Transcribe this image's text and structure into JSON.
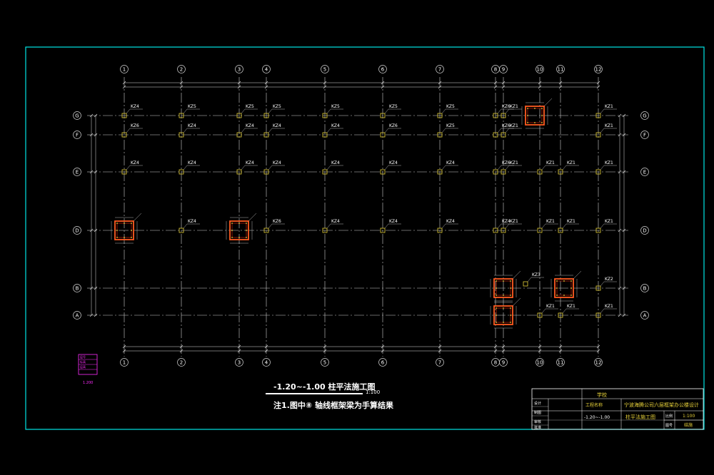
{
  "colors": {
    "background": "#000000",
    "frame": "#00e5e5",
    "axis_line": "#cfcfcf",
    "dim_line": "#e0e0e0",
    "column_box": "#ff5a1f",
    "column_fill": "#b01e0a",
    "column_marker": "#e8d23a",
    "label_text": "#ffffff",
    "magenta": "#ff2cff",
    "title_text": "#ffffff"
  },
  "axes": {
    "vertical": [
      "1",
      "2",
      "3",
      "4",
      "5",
      "6",
      "7",
      "8",
      "9",
      "10",
      "11",
      "12"
    ],
    "horizontal": [
      "G",
      "F",
      "E",
      "D",
      "B",
      "A"
    ]
  },
  "column_labels": {
    "row_G": [
      "KZ4",
      "KZ5",
      "KZ5",
      "KZ5",
      "KZ5",
      "KZ5",
      "KZ5",
      "KZ6",
      "KZ1",
      "KZ1"
    ],
    "row_F": [
      "KZ6",
      "KZ4",
      "KZ4",
      "KZ4",
      "KZ4",
      "KZ6",
      "KZ5",
      "KZ6",
      "KZ1",
      "KZ1"
    ],
    "row_E": [
      "KZ4",
      "KZ4",
      "KZ4",
      "KZ4",
      "KZ4",
      "KZ4",
      "KZ4",
      "KZ6",
      "KZ1",
      "KZ1",
      "KZ1",
      "KZ1"
    ],
    "row_D": [
      "KZ4",
      "KZ6",
      "KZ4",
      "KZ4",
      "KZ4",
      "KZ4",
      "KZ1",
      "KZ1",
      "KZ1",
      "KZ1"
    ],
    "row_B": [
      "KZ3",
      "KZ2"
    ],
    "row_A": [
      "KZ1",
      "KZ1",
      "KZ1"
    ]
  },
  "drawing_title": {
    "main": "-1.20~-1.00 柱平法施工图",
    "scale": "1:100",
    "note": "注1.图中⑧ 轴线框架梁为手算结果"
  },
  "title_block": {
    "school": "学校",
    "project_label": "工程名称",
    "project_name": "宁波海腾公司六层框架办公楼设计",
    "drawing_name_prefix": "-1.20~-1.00",
    "drawing_name": "柱平法施工图",
    "scale_label": "比例",
    "scale_value": "1:100",
    "sheet_label": "图号",
    "sheet_value": "结施",
    "role_1": "设计",
    "role_2": "制图",
    "role_3": "审核",
    "role_4": "批准"
  },
  "legend_magenta": [
    "层号",
    "标高",
    "层高",
    "1.200"
  ]
}
